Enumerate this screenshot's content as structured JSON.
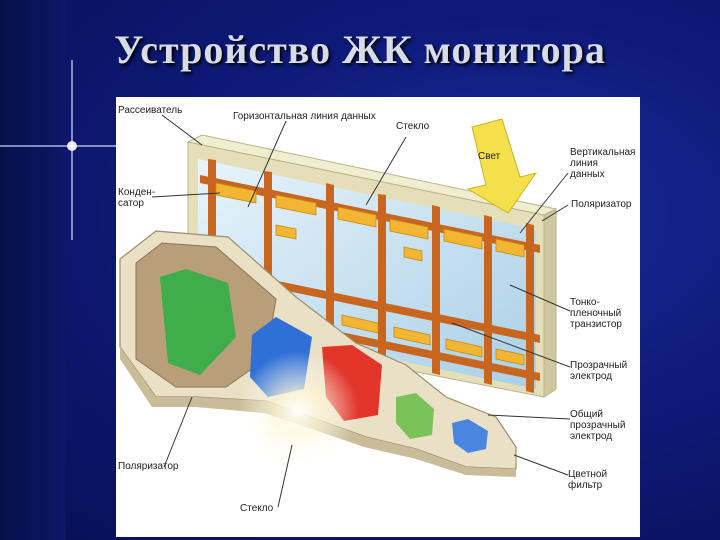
{
  "slide": {
    "title": "Устройство ЖК монитора"
  },
  "diagram": {
    "labels": {
      "diffuser": "Рассеиватель",
      "horizontal_data_line": "Горизонтальная линия данных",
      "glass_top": "Стекло",
      "light": "Свет",
      "vertical_data_line": "Вертикальная\nлиния\nданных",
      "capacitor": "Конден-\nсатор",
      "polarizer_right": "Поляризатор",
      "tft": "Тонко-\nпленочный\nтранзистор",
      "transparent_electrode": "Прозрачный\nэлектрод",
      "common_electrode": "Общий\nпрозрачный\nэлектрод",
      "polarizer_left": "Поляризатор",
      "color_filter": "Цветной\nфильтр",
      "glass_bottom": "Стекло"
    },
    "colors": {
      "background": "#0e1a78",
      "frame": "#e4dfb8",
      "electrode_line": "#c8651e",
      "capacitor": "#f2b632",
      "glass": "#c9e2f0",
      "filter_green": "#3fae4a",
      "filter_blue": "#2f6fd6",
      "filter_red": "#e2362a",
      "light_arrow": "#f4e04a"
    }
  }
}
